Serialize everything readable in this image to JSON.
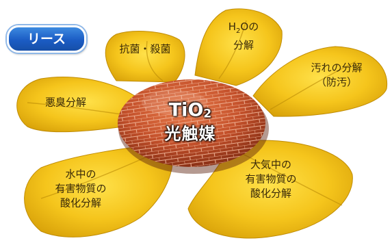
{
  "badge": {
    "label": "リース"
  },
  "center": {
    "formula_main": "TiO",
    "formula_sub": "2",
    "name": "光触媒"
  },
  "petals": {
    "antibacterial": {
      "line1": "抗菌・殺菌"
    },
    "water": {
      "line1_main": "H",
      "line1_sub": "2",
      "line1_rest": "Oの",
      "line2": "分解"
    },
    "stain": {
      "line1": "汚れの分解",
      "line2": "（防汚）"
    },
    "odor": {
      "line1": "悪臭分解"
    },
    "water_harmful": {
      "line1": "水中の",
      "line2": "有害物質の",
      "line3": "酸化分解"
    },
    "air_harmful": {
      "line1": "大気中の",
      "line2": "有害物質の",
      "line3": "酸化分解"
    }
  },
  "colors": {
    "petal": "#f2c21a",
    "petal_shadow": "#c99a08",
    "center_brick": "#c4512b",
    "badge": "#1b5cc4"
  }
}
